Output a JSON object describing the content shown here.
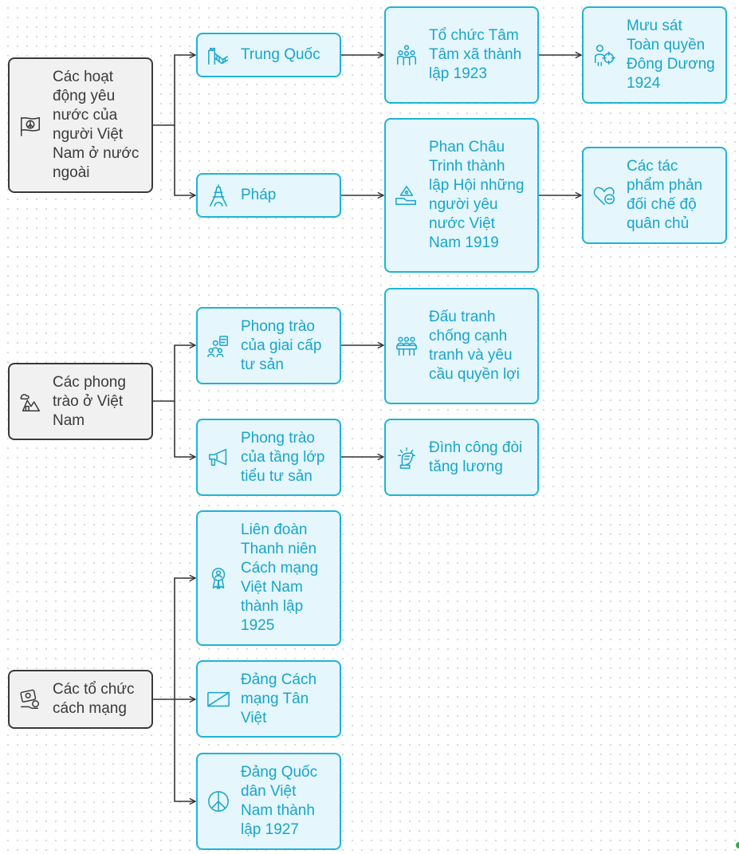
{
  "nodes": {
    "cat_overseas": {
      "label": "Các hoạt động yêu nước của người Việt Nam ở nước ngoài",
      "icon": "peace-flag-icon"
    },
    "cat_domestic": {
      "label": "Các phong trào ở Việt Nam",
      "icon": "mountains-icon"
    },
    "cat_orgs": {
      "label": "Các tổ chức cách mạng",
      "icon": "money-hand-icon"
    },
    "china": {
      "label": "Trung Quốc",
      "icon": "great-wall-icon"
    },
    "france": {
      "label": "Pháp",
      "icon": "eiffel-tower-icon"
    },
    "tam_tam_xa": {
      "label": "Tổ chức Tâm Tâm xã thành lập 1923",
      "icon": "people-group-icon"
    },
    "assassination": {
      "label": "Mưu sát Toàn quyền Đông Dương 1924",
      "icon": "target-person-icon"
    },
    "phan_chau_trinh": {
      "label": "Phan Châu Trinh thành lập Hội những người yêu nước Việt Nam 1919",
      "icon": "pyramid-hand-icon"
    },
    "works": {
      "label": "Các tác phẩm phản đối chế độ quân chủ",
      "icon": "heart-minus-icon"
    },
    "bourgeois": {
      "label": "Phong trào của giai cấp tư sản",
      "icon": "speaker-crowd-icon"
    },
    "petty_bourgeois": {
      "label": "Phong trào của tầng lớp tiểu tư sản",
      "icon": "megaphone-icon"
    },
    "compete": {
      "label": "Đấu tranh chống cạnh tranh và yêu cầu quyền lợi",
      "icon": "meeting-table-icon"
    },
    "strike": {
      "label": "Đình công đòi tăng lương",
      "icon": "fist-icon"
    },
    "thanh_nien": {
      "label": "Liên đoàn Thanh niên Cách mạng Việt Nam thành lập 1925",
      "icon": "award-person-icon"
    },
    "tan_viet": {
      "label": "Đảng Cách mạng Tân Việt",
      "icon": "flag-rectangle-icon"
    },
    "quoc_dan": {
      "label": "Đảng Quốc dân Việt Nam thành lập 1927",
      "icon": "peace-icon"
    }
  },
  "colors": {
    "category_fill": "#f1f1f1",
    "category_border": "#3a3a3a",
    "item_fill": "#e5f6fc",
    "item_border": "#1fb3d6",
    "item_text": "#18a6c9",
    "connector": "#333333"
  }
}
